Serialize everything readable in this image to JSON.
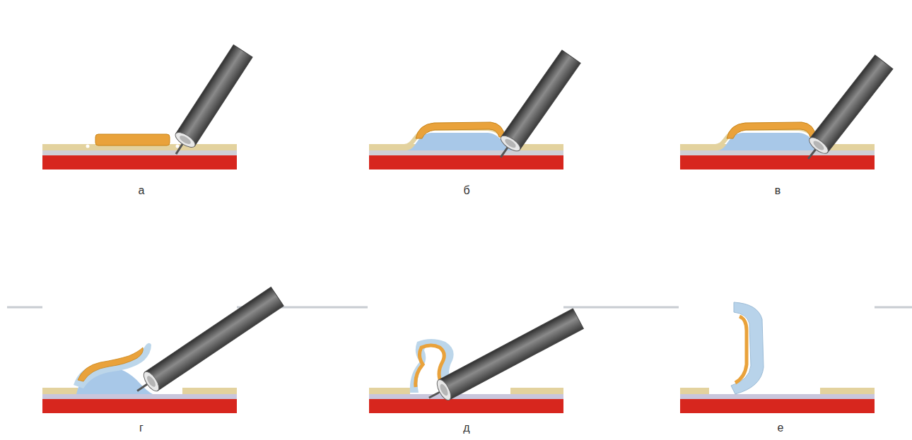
{
  "diagram": {
    "labels": [
      "а",
      "б",
      "в",
      "г",
      "д",
      "е"
    ]
  }
}
